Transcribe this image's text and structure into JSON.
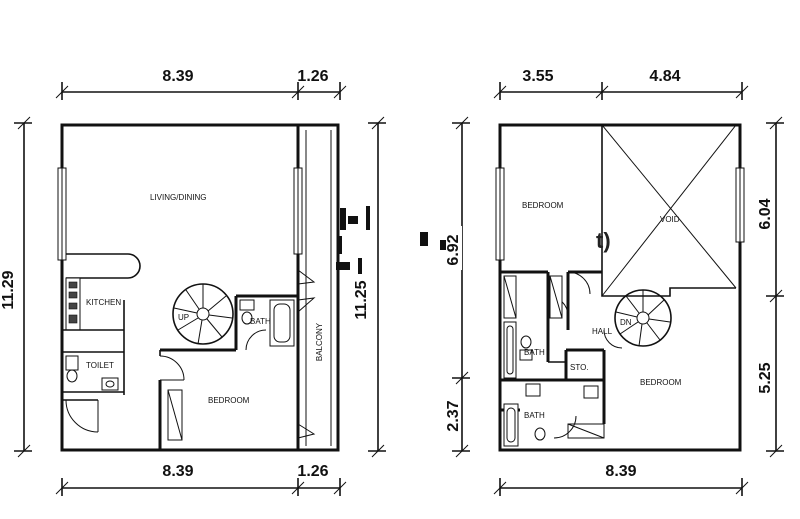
{
  "dimensions": {
    "left_top_a": "8.39",
    "left_top_b": "1.26",
    "left_bottom_a": "8.39",
    "left_bottom_b": "1.26",
    "left_height": "11.29",
    "left_inner_height": "11.25",
    "right_top_a": "3.55",
    "right_top_b": "4.84",
    "right_bottom": "8.39",
    "right_upper": "6.04",
    "right_lower": "5.25",
    "right_inner_upper": "6.92",
    "right_inner_lower": "2.37"
  },
  "rooms": {
    "living_dining": "LIVING/DINING",
    "kitchen": "KITCHEN",
    "toilet": "TOILET",
    "bedroom_ground": "BEDROOM",
    "bath_ground": "BATH",
    "balcony": "BALCONY",
    "up": "UP",
    "bedroom_upper_1": "BEDROOM",
    "void": "VOID",
    "hall": "HALL",
    "bath_upper_1": "BATH",
    "sto": "STO.",
    "bedroom_upper_2": "BEDROOM",
    "bath_upper_2": "BATH",
    "dn": "DN"
  },
  "watermark": {
    "fragment_1": "t)"
  }
}
